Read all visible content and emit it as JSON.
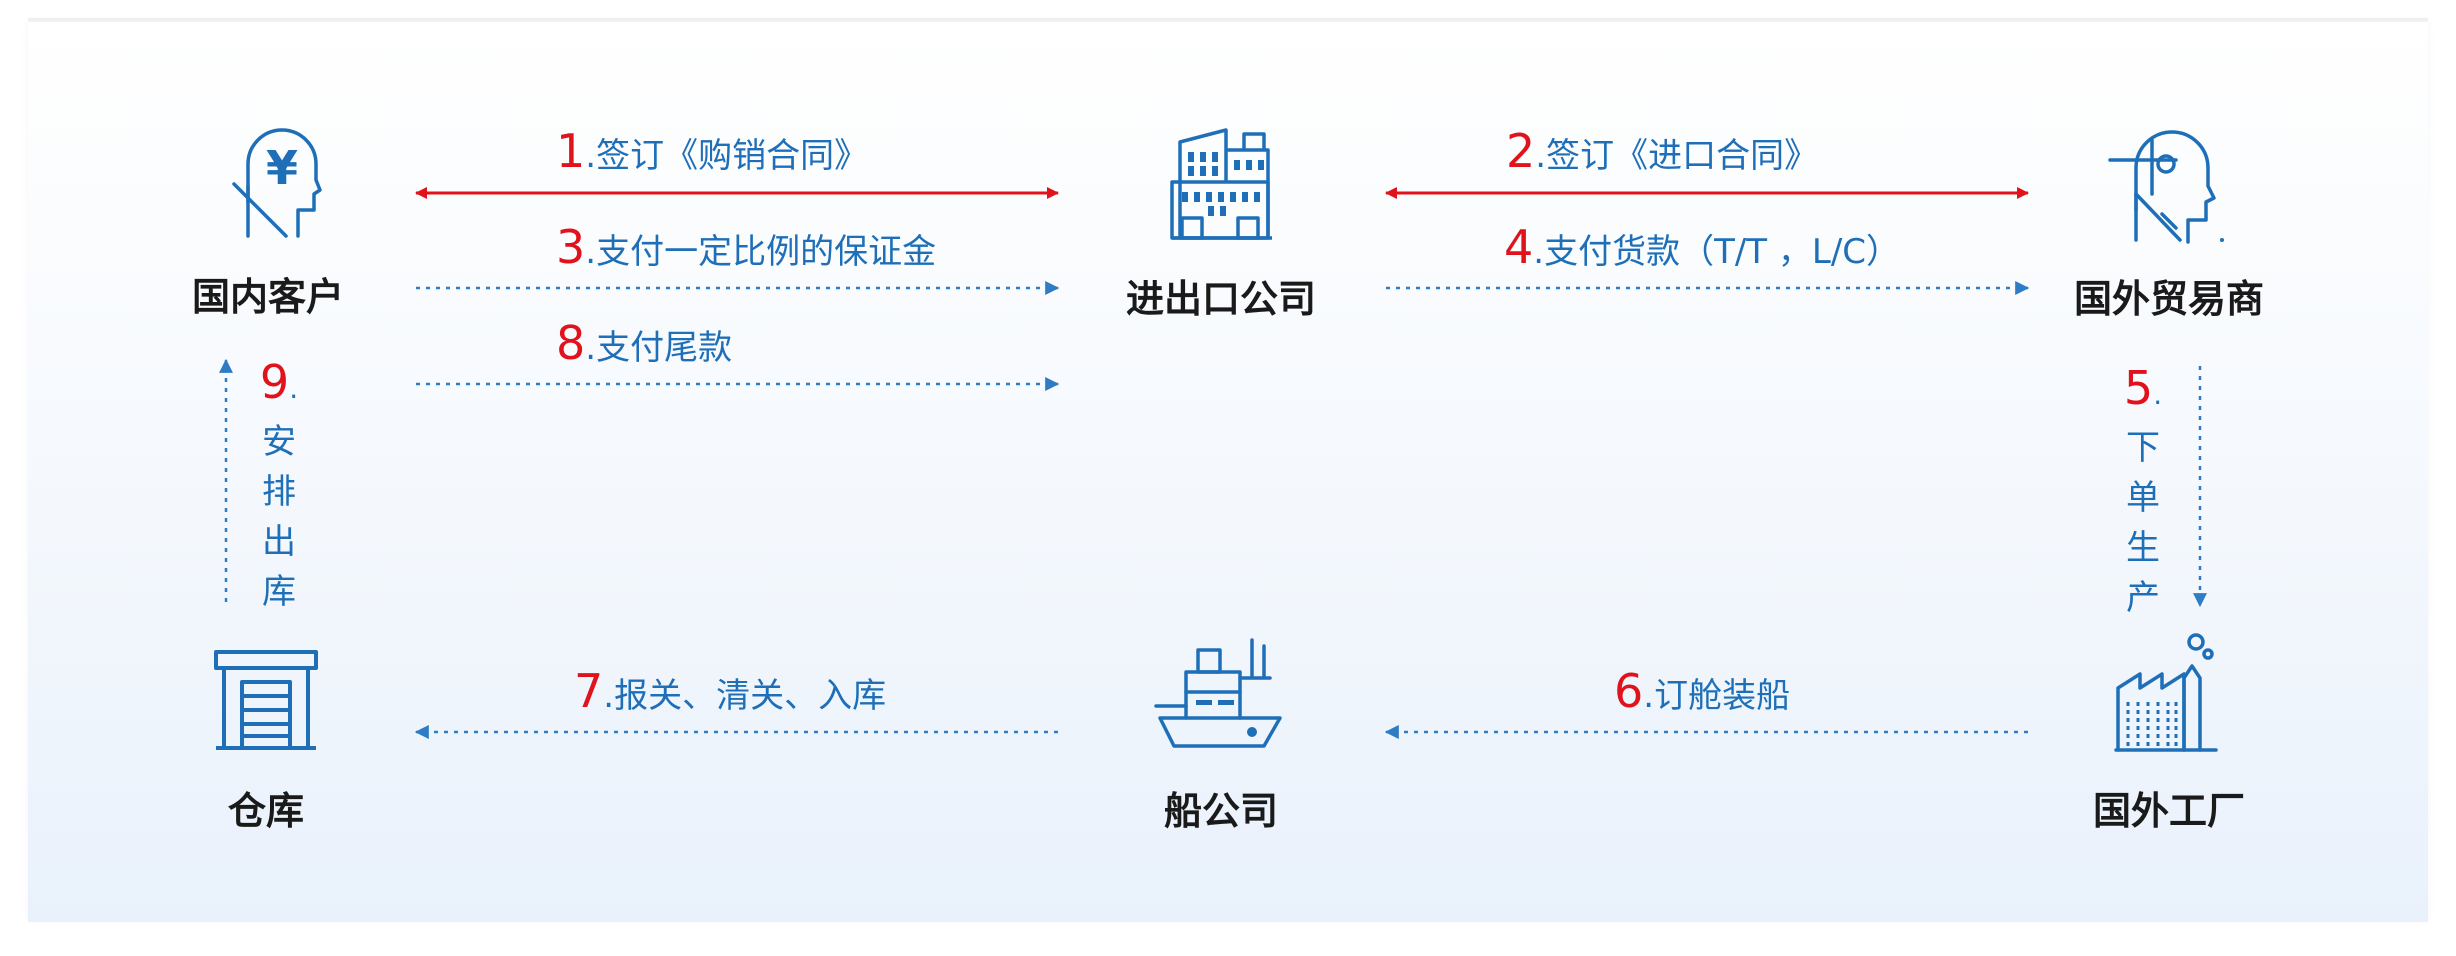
{
  "nodes": {
    "domestic_customer": "国内客户",
    "import_export_company": "进出口公司",
    "foreign_trader": "国外贸易商",
    "warehouse": "仓库",
    "shipping_company": "船公司",
    "foreign_factory": "国外工厂"
  },
  "steps": {
    "s1": {
      "num": "1",
      "text": ".签订《购销合同》"
    },
    "s2": {
      "num": "2",
      "text": ".签订《进口合同》"
    },
    "s3": {
      "num": "3",
      "text": ".支付一定比例的保证金"
    },
    "s4": {
      "num": "4",
      "text": ".支付货款（T/T ，L/C）"
    },
    "s5": {
      "num": "5",
      "dot": ".",
      "chars": [
        "下",
        "单",
        "生",
        "产"
      ]
    },
    "s6": {
      "num": "6",
      "text": ".订舱装船"
    },
    "s7": {
      "num": "7",
      "text": ".报关、清关、入库"
    },
    "s8": {
      "num": "8",
      "text": ".支付尾款"
    },
    "s9": {
      "num": "9",
      "dot": ".",
      "chars": [
        "安",
        "排",
        "出",
        "库"
      ]
    }
  },
  "icons": {
    "domestic_customer": "customer-yen-head-icon",
    "import_export_company": "office-building-icon",
    "foreign_trader": "trader-head-icon",
    "warehouse": "warehouse-icon",
    "shipping_company": "ship-icon",
    "foreign_factory": "factory-icon"
  },
  "colors": {
    "accent_blue": "#1f6fb8",
    "accent_red": "#e0121b"
  }
}
